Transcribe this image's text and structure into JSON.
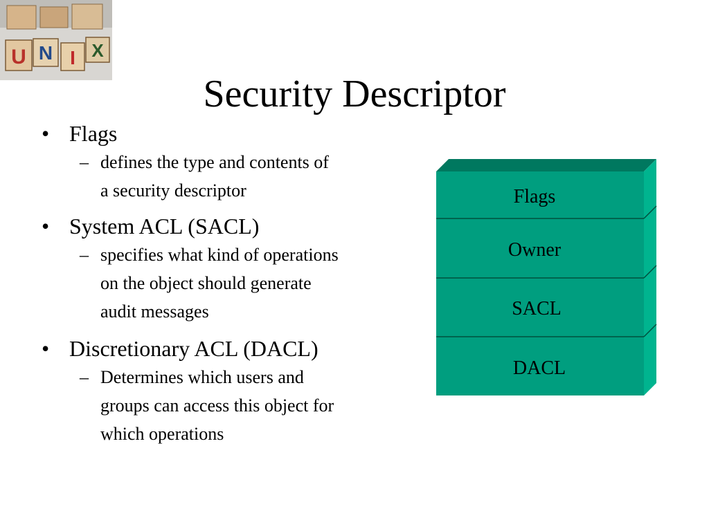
{
  "slide": {
    "title": "Security Descriptor",
    "logo": {
      "blocks": [
        "U",
        "N",
        "I",
        "X"
      ],
      "description_icon": "unix-letter-blocks-logo"
    },
    "bullets": [
      {
        "marker": "•",
        "text": "Flags",
        "sub": [
          {
            "marker": "–",
            "lines": [
              "defines the type and  contents of",
              "a security descriptor"
            ]
          }
        ]
      },
      {
        "marker": "•",
        "text": "System ACL (SACL)",
        "sub": [
          {
            "marker": "–",
            "lines": [
              "specifies what kind of operations",
              "on the object should generate",
              "audit messages"
            ]
          }
        ]
      },
      {
        "marker": "•",
        "text": "Discretionary ACL (DACL)",
        "sub": [
          {
            "marker": "–",
            "lines": [
              "Determines which users and",
              "groups can access this object for",
              "which operations"
            ]
          }
        ]
      }
    ],
    "diagram": {
      "layers": [
        "Flags",
        "Owner",
        "SACL",
        "DACL"
      ],
      "colors": {
        "front": "#009e7f",
        "top": "#00785f",
        "side": "#00b48f",
        "edge": "#00503f"
      }
    }
  }
}
